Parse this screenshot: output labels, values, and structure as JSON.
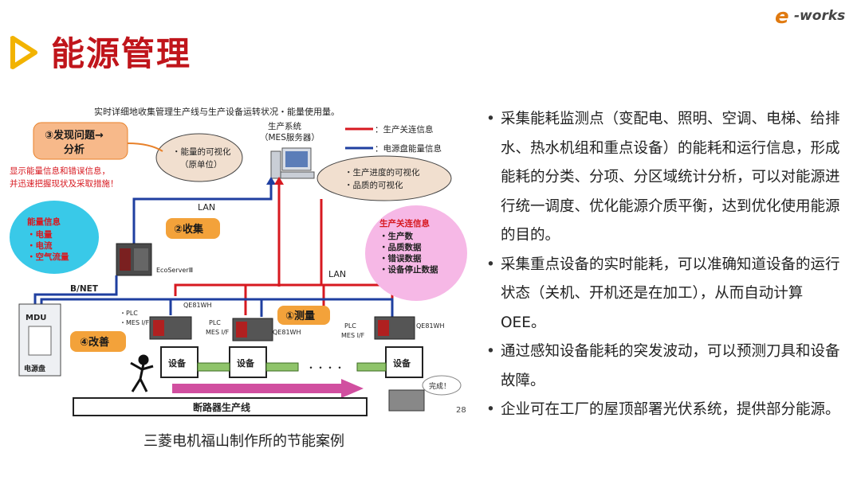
{
  "title": "能源管理",
  "logo": {
    "e": "e",
    "text": "-works"
  },
  "diagram": {
    "header": "实时详细地收集管理生产线与生产设备运转状况・能量使用量。",
    "step3": "③发现问题→分析",
    "step3_line1": "③发现问题→",
    "step3_line2": "分析",
    "red_note_line1": "显示能量信息和错误信息，",
    "red_note_line2": "并迅速把握现状及采取措施！",
    "bubble_left_line1": "・能量的可视化",
    "bubble_left_line2": "（原单位）",
    "system_line1": "生产系统",
    "system_line2": "（MES服务器）",
    "legend_red": "：生产关连信息",
    "legend_blue": "：电源盘能量信息",
    "bubble_right_line1": "・生产进度的可视化",
    "bubble_right_line2": "・品质的可视化",
    "lan_top": "LAN",
    "lan_mid": "LAN",
    "step2": "②收集",
    "energy_info": {
      "title": "能量信息",
      "items": [
        "・电量",
        "・电流",
        "・空气流量"
      ]
    },
    "prod_info": {
      "title": "生产关连信息",
      "items": [
        "・生产数",
        "・品质数据",
        "・错误数据",
        "・设备停止数据"
      ]
    },
    "ecoserver": "EcoServerⅢ",
    "bnet": "B/NET",
    "mdu": "MDU",
    "panel": "电源盘",
    "plc1_line1": "・PLC",
    "plc1_line2": "・MES I/F",
    "plc2_line1": "PLC",
    "plc2_line2": "MES I/F",
    "plc3_line1": "PLC",
    "plc3_line2": "MES I/F",
    "qe_1": "QE81WH",
    "qe_2": "QE81WH",
    "qe_3": "QE81WH",
    "step1": "①测量",
    "step4": "④改善",
    "device": "设备",
    "dots": "・・・・",
    "done": "完成！",
    "line_label": "断路器生产线",
    "page_no": "28"
  },
  "caption": "三菱电机福山制作所的节能案例",
  "bullets": [
    "采集能耗监测点（变配电、照明、空调、电梯、给排水、热水机组和重点设备）的能耗和运行信息，形成能耗的分类、分项、分区域统计分析，可以对能源进行统一调度、优化能源介质平衡，达到优化使用能源的目的。",
    "采集重点设备的实时能耗，可以准确知道设备的运行状态（关机、开机还是在加工），从而自动计算OEE。",
    "通过感知设备能耗的突发波动，可以预测刀具和设备故障。",
    "企业可在工厂的屋顶部署光伏系统，提供部分能源。"
  ],
  "colors": {
    "title": "#c0151b",
    "accent_orange": "#f39a1e",
    "red_line": "#d71920",
    "blue_line": "#1f3fa0"
  }
}
